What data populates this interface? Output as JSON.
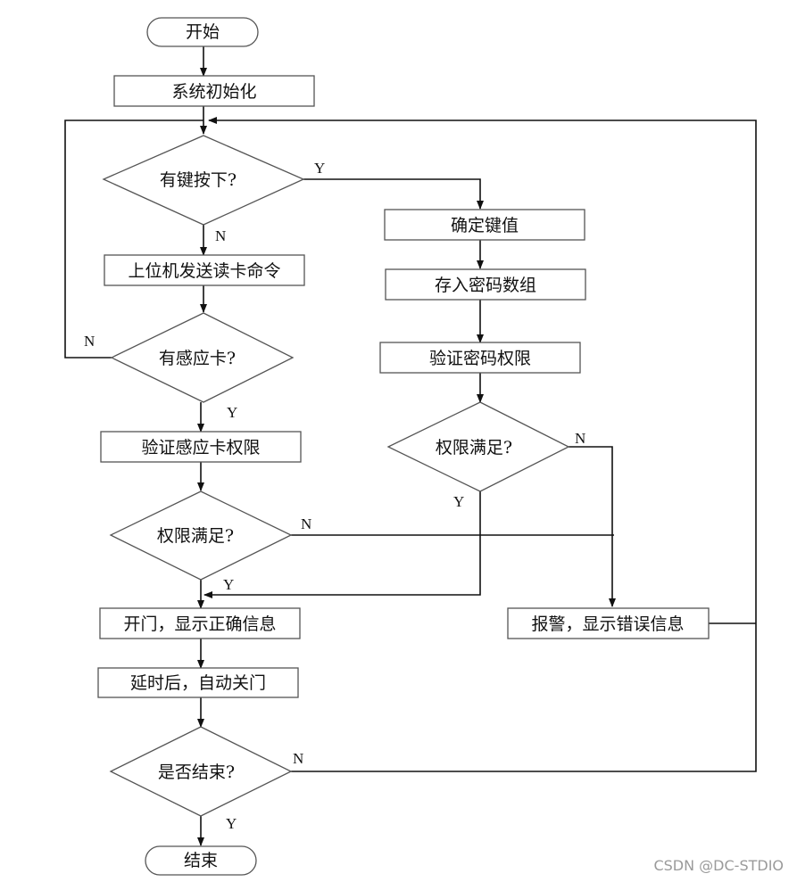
{
  "nodes": {
    "start": "开始",
    "init": "系统初始化",
    "key_pressed": "有键按下?",
    "send_read": "上位机发送读卡命令",
    "has_card": "有感应卡?",
    "verify_card": "验证感应卡权限",
    "perm_ok_card": "权限满足?",
    "open_door": "开门，显示正确信息",
    "auto_close": "延时后，自动关门",
    "is_end": "是否结束?",
    "end": "结束",
    "confirm_key": "确定键值",
    "store_pwd": "存入密码数组",
    "verify_pwd": "验证密码权限",
    "perm_ok_pwd": "权限满足?",
    "alarm": "报警，显示错误信息"
  },
  "edge_labels": {
    "key_yes": "Y",
    "key_no": "N",
    "card_no": "N",
    "card_yes": "Y",
    "perm_card_no": "N",
    "perm_card_yes": "Y",
    "perm_pwd_no": "N",
    "perm_pwd_yes": "Y",
    "end_no": "N",
    "end_yes": "Y"
  },
  "watermark": "CSDN @DC-STDIO"
}
